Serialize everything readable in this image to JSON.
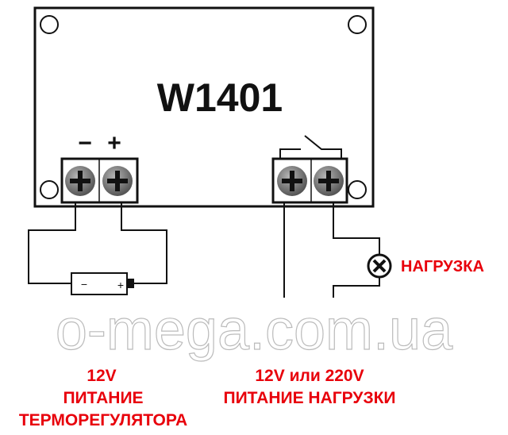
{
  "board": {
    "title": "W1401",
    "minus": "−",
    "plus": "+"
  },
  "labels": {
    "load": "НАГРУЗКА",
    "controller_voltage": "12V",
    "controller_power_1": "ПИТАНИЕ",
    "controller_power_2": "ТЕРМОРЕГУЛЯТОРА",
    "load_voltage": "12V или 220V",
    "load_power": "ПИТАНИЕ НАГРУЗКИ",
    "battery_minus": "−",
    "battery_plus": "+"
  },
  "watermark": "o-mega.com.ua",
  "colors": {
    "label": "#e8000b",
    "line": "#111111",
    "screw": "#7a7a7a"
  }
}
